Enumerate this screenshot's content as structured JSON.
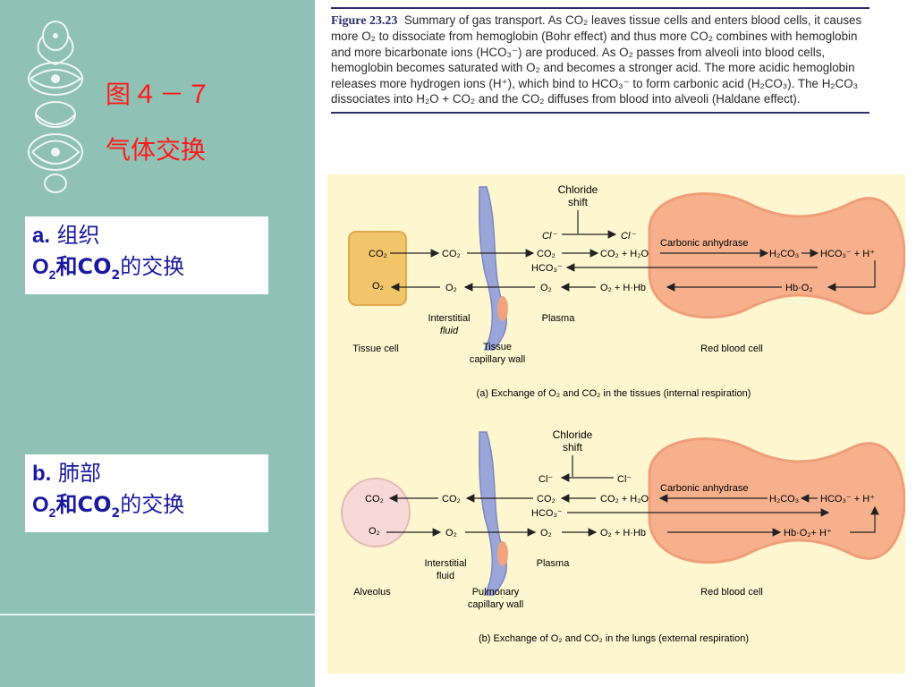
{
  "sidebar": {
    "figure_number": "图４－７",
    "figure_title": "气体交换",
    "label_a": {
      "letter": "a.",
      "title": "组织",
      "line2_a": "O",
      "sub_a": "2",
      "line2_b": "和CO",
      "sub_b": "2",
      "line2_c": "的交换"
    },
    "label_b": {
      "letter": "b.",
      "title": "肺部",
      "line2_a": "O",
      "sub_a": "2",
      "line2_b": "和CO",
      "sub_b": "2",
      "line2_c": "的交换"
    }
  },
  "caption": {
    "label": "Figure 23.23",
    "text": "Summary of gas transport. As CO₂ leaves tissue cells and enters blood cells, it causes more O₂ to dissociate from hemoglobin (Bohr effect) and thus more CO₂ combines with hemoglobin and more bicarbonate ions (HCO₃⁻) are produced. As O₂ passes from alveoli into blood cells, hemoglobin becomes saturated with O₂ and becomes a stronger acid. The more acidic hemoglobin releases more hydrogen ions (H⁺), which bind to HCO₃⁻ to form carbonic acid (H₂CO₃). The H₂CO₃ dissociates into H₂O + CO₂ and the CO₂ diffuses from blood into alveoli (Haldane effect)."
  },
  "panel_a": {
    "chloride_shift": [
      "Chloride",
      "shift"
    ],
    "cl_left": "Cl⁻",
    "cl_right": "Cl⁻",
    "source_co2": "CO₂",
    "source_o2": "O₂",
    "interstitial_co2": "CO₂",
    "interstitial_o2": "O₂",
    "plasma_co2": "CO₂",
    "plasma_hco3": "HCO₃⁻",
    "plasma_o2": "O₂",
    "rbc_co2_h2o": "CO₂ + H₂O",
    "carbonic_anhydrase": "Carbonic anhydrase",
    "h2co3": "H₂CO₃",
    "hco3_h": "HCO₃⁻ + H⁺",
    "o2_hhb": "O₂ + H·Hb",
    "hb_o2": "Hb·O₂",
    "interstitial_label": [
      "Interstitial",
      "fluid"
    ],
    "plasma_label": "Plasma",
    "source_label": "Tissue cell",
    "capillary_label": [
      "Tissue",
      "capillary wall"
    ],
    "rbc_label": "Red blood cell",
    "caption": "(a) Exchange of O₂ and CO₂ in the tissues (internal respiration)"
  },
  "panel_b": {
    "chloride_shift": [
      "Chloride",
      "shift"
    ],
    "cl_left": "Cl⁻",
    "cl_right": "Cl⁻",
    "source_co2": "CO₂",
    "source_o2": "O₂",
    "interstitial_co2": "CO₂",
    "interstitial_o2": "O₂",
    "plasma_co2": "CO₂",
    "plasma_hco3": "HCO₃⁻",
    "plasma_o2": "O₂",
    "rbc_co2_h2o": "CO₂ + H₂O",
    "carbonic_anhydrase": "Carbonic anhydrase",
    "h2co3": "H₂CO₃",
    "hco3_h": "HCO₃⁻ + H⁺",
    "o2_hhb": "O₂ + H·Hb",
    "hb_o2": "Hb·O₂+ H⁺",
    "interstitial_label": [
      "Interstitial",
      "fluid"
    ],
    "plasma_label": "Plasma",
    "source_label": "Alveolus",
    "capillary_label": [
      "Pulmonary",
      "capillary wall"
    ],
    "rbc_label": "Red blood cell",
    "caption": "(b) Exchange of O₂ and CO₂ in the lungs (external respiration)"
  },
  "colors": {
    "sidebar": "#8fc1b5",
    "figure_text": "#ff1a1a",
    "label_text": "#1a1aa0",
    "diagram_bg": "#fdf6cf",
    "rbc_fill": "#f6b08c",
    "tissue_cell": "#f2c56a",
    "alveolus": "#f6d9d6",
    "capillary": "#9aa6d8"
  }
}
